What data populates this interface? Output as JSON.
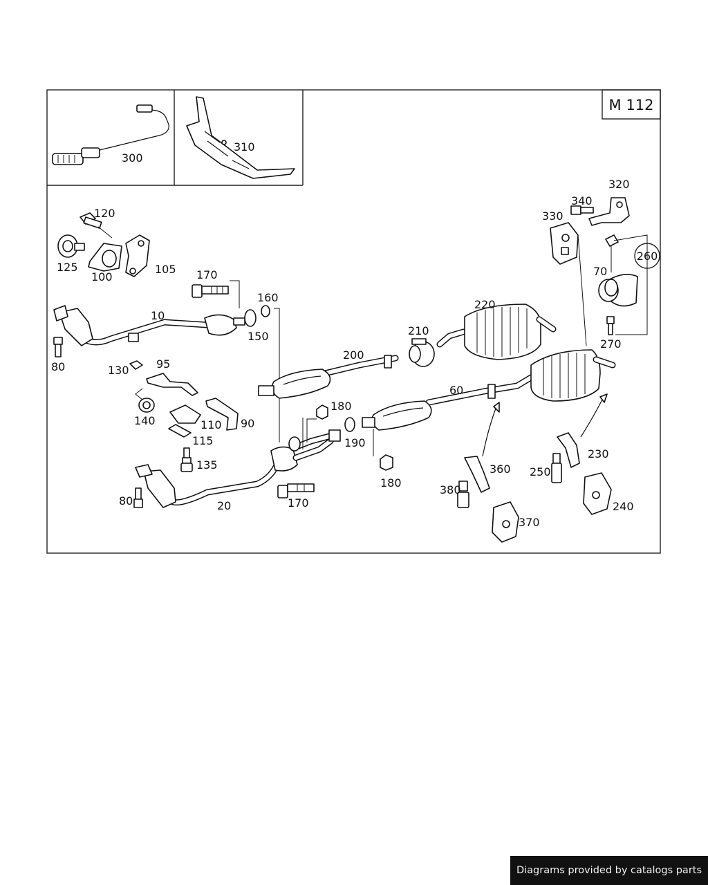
{
  "diagram": {
    "code": "M 112",
    "callouts": {
      "c10": "10",
      "c20": "20",
      "c60": "60",
      "c70": "70",
      "c80a": "80",
      "c80b": "80",
      "c90": "90",
      "c95": "95",
      "c100": "100",
      "c105": "105",
      "c110": "110",
      "c115": "115",
      "c120": "120",
      "c125": "125",
      "c130": "130",
      "c135": "135",
      "c140": "140",
      "c150": "150",
      "c160": "160",
      "c170a": "170",
      "c170b": "170",
      "c180a": "180",
      "c180b": "180",
      "c190": "190",
      "c200": "200",
      "c210": "210",
      "c220": "220",
      "c230": "230",
      "c240": "240",
      "c250": "250",
      "c260": "260",
      "c270": "270",
      "c300": "300",
      "c310": "310",
      "c320": "320",
      "c330": "330",
      "c340": "340",
      "c360": "360",
      "c370": "370",
      "c380": "380"
    }
  },
  "footer": {
    "credit": "Diagrams provided by catalogs parts"
  }
}
